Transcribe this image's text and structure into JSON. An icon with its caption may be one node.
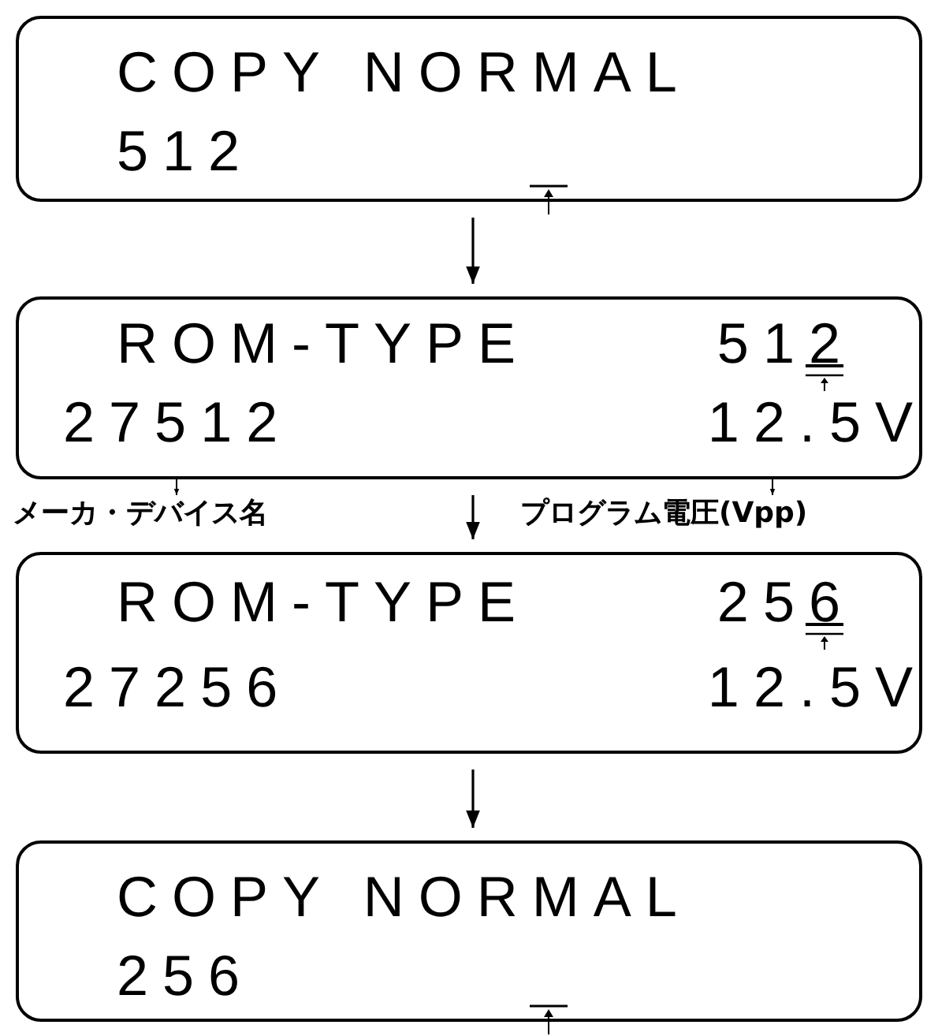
{
  "diagram": {
    "nodes": [
      {
        "text": [
          "COPY NORMAL",
          "512"
        ]
      },
      {
        "text": [
          "ROM-TYPE",
          "512",
          "27512",
          "12.5V"
        ]
      },
      {
        "text": [
          "ROM-TYPE",
          "256",
          "27256",
          "12.5V"
        ]
      },
      {
        "text": [
          "COPY NORMAL",
          "256"
        ]
      },
      {
        "text": [
          "メーカ・デバイス名"
        ]
      },
      {
        "text": [
          "プログラム電圧(Vpp)"
        ]
      }
    ],
    "edges": [
      {
        "from": 0,
        "to": 1,
        "arrow": "to"
      },
      {
        "from": 1,
        "to": 2,
        "arrow": "to"
      },
      {
        "from": 2,
        "to": 3,
        "arrow": "to"
      },
      {
        "from": 1,
        "to": 4,
        "arrow": "to"
      },
      {
        "from": 1,
        "to": 5,
        "arrow": "to"
      }
    ]
  }
}
